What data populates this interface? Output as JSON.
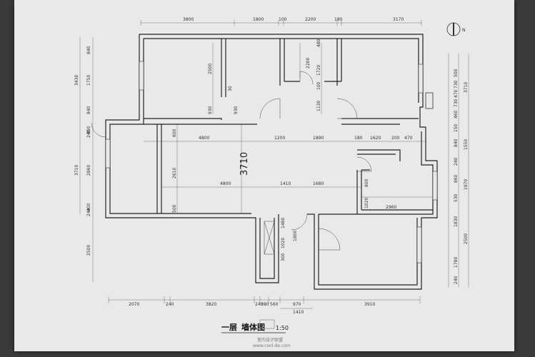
{
  "drawing": {
    "title_handwritten": "一层",
    "title_label": "墙体图",
    "scale": "1:50",
    "watermark_text": "室内设计联盟",
    "watermark_url": "www.cool-de.com",
    "north_mark": "N"
  },
  "dims_top": [
    "3800",
    "1800",
    "100",
    "2200",
    "180",
    "3170"
  ],
  "dims_left": [
    "840",
    "3430",
    "1750",
    "840",
    "450",
    "240",
    "3710",
    "2860",
    "240",
    "400",
    "2500"
  ],
  "dims_right": [
    "500",
    "730",
    "470",
    "3710",
    "730",
    "460",
    "150",
    "840",
    "1550",
    "240",
    "860",
    "1970",
    "530",
    "1830",
    "2500",
    "1780",
    "240"
  ],
  "dims_bottom": [
    "2070",
    "240",
    "3820",
    "240",
    "380",
    "560",
    "970",
    "3910",
    "1410"
  ],
  "dims_inner": [
    "2500",
    "30",
    "930",
    "930",
    "480",
    "2200",
    "1720",
    "100",
    "1130",
    "600",
    "4800",
    "1200",
    "1890",
    "180",
    "1620",
    "200",
    "470",
    "2610",
    "4800",
    "1410",
    "1680",
    "800",
    "1020",
    "2960",
    "500",
    "1480",
    "1800",
    "1020",
    "300"
  ],
  "big_dimension": "3710"
}
